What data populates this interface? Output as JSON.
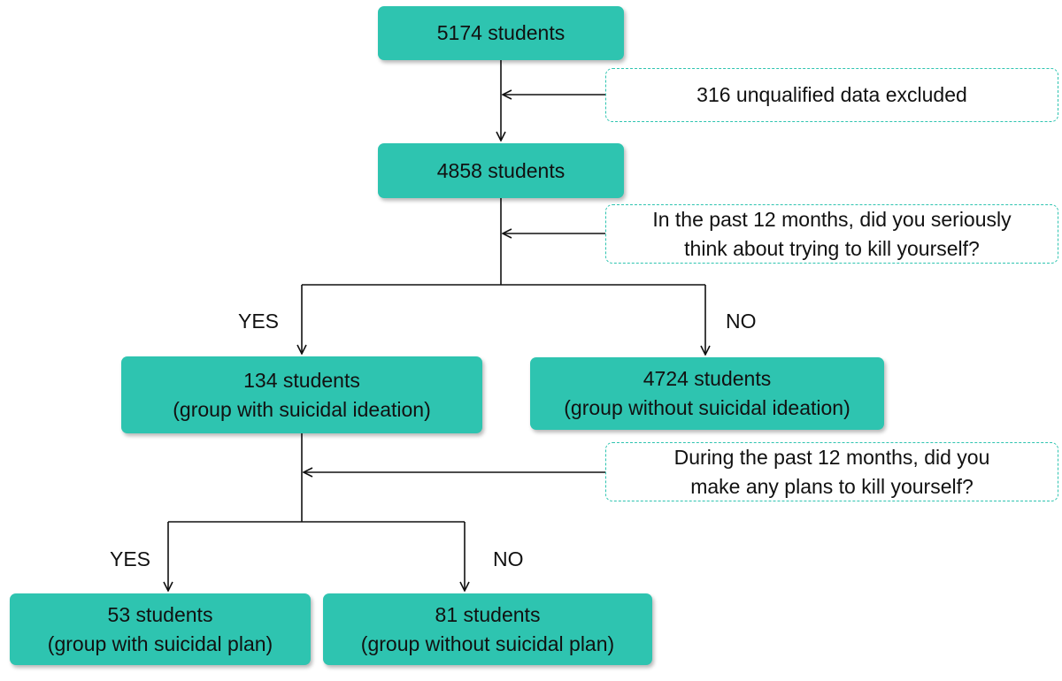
{
  "colors": {
    "box_fill": "#2ec4b0",
    "question_border": "#2ec4b0",
    "line": "#111111"
  },
  "nodes": {
    "total": {
      "line1": "5174 students"
    },
    "excluded": {
      "line1": "316 unqualified data excluded"
    },
    "qualified": {
      "line1": "4858 students"
    },
    "q_ideation": {
      "line1": "In the past 12 months, did you seriously",
      "line2": "think about trying to kill yourself?"
    },
    "ideation_yes": {
      "line1": "134 students",
      "line2": "(group with suicidal ideation)"
    },
    "ideation_no": {
      "line1": "4724 students",
      "line2": "(group without suicidal ideation)"
    },
    "q_plan": {
      "line1": "During the past 12 months, did you",
      "line2": "make any plans to kill yourself?"
    },
    "plan_yes": {
      "line1": "53 students",
      "line2": "(group with suicidal plan)"
    },
    "plan_no": {
      "line1": "81 students",
      "line2": "(group without suicidal plan)"
    }
  },
  "branch_labels": {
    "yes_1": "YES",
    "no_1": "NO",
    "yes_2": "YES",
    "no_2": "NO"
  }
}
